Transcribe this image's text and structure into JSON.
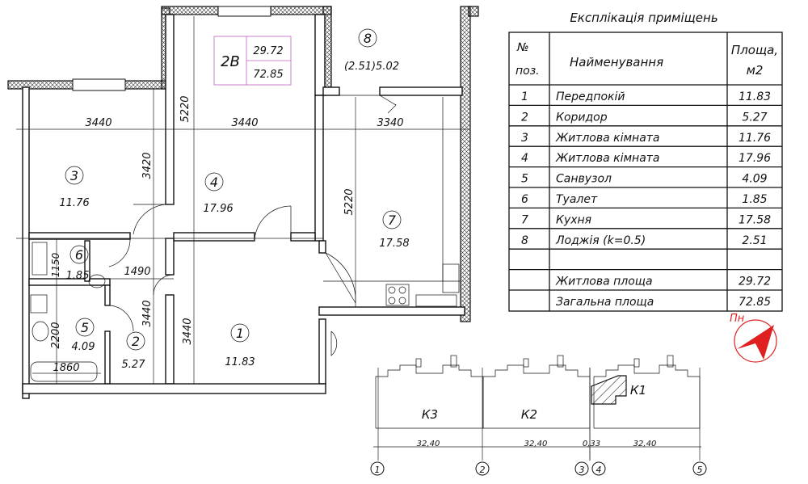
{
  "apartment": {
    "type": "2В",
    "living_area": "29.72",
    "total_area": "72.85"
  },
  "rooms": [
    {
      "num": "1",
      "area": "11.83"
    },
    {
      "num": "2",
      "area": "5.27"
    },
    {
      "num": "3",
      "area": "11.76"
    },
    {
      "num": "4",
      "area": "17.96"
    },
    {
      "num": "5",
      "area": "4.09"
    },
    {
      "num": "6",
      "area": "1.85"
    },
    {
      "num": "7",
      "area": "17.58"
    },
    {
      "num": "8",
      "area": "(2.51)5.02"
    }
  ],
  "dimensions": {
    "d3440a": "3440",
    "d3440b": "3440",
    "d3340": "3340",
    "d5220a": "5220",
    "d3420": "3420",
    "d5220b": "5220",
    "d1490": "1490",
    "d1150": "1150",
    "d3440c": "3440",
    "d3440d": "3440",
    "d2200": "2200",
    "d1860": "1860"
  },
  "table": {
    "title": "Експлікація приміщень",
    "header": {
      "num": "№",
      "num2": "поз.",
      "name": "Найменування",
      "area": "Площа,",
      "area2": "м2"
    },
    "rows": [
      {
        "num": "1",
        "name": "Передпокій",
        "area": "11.83"
      },
      {
        "num": "2",
        "name": "Коридор",
        "area": "5.27"
      },
      {
        "num": "3",
        "name": "Житлова кімната",
        "area": "11.76"
      },
      {
        "num": "4",
        "name": "Житлова кімната",
        "area": "17.96"
      },
      {
        "num": "5",
        "name": "Санвузол",
        "area": "4.09"
      },
      {
        "num": "6",
        "name": "Туалет",
        "area": "1.85"
      },
      {
        "num": "7",
        "name": "Кухня",
        "area": "17.58"
      },
      {
        "num": "8",
        "name": "Лоджія (k=0.5)",
        "area": "2.51"
      }
    ],
    "totals": [
      {
        "name": "Житлова площа",
        "area": "29.72"
      },
      {
        "name": "Загальна площа",
        "area": "72.85"
      }
    ]
  },
  "north": {
    "label": "Пн",
    "color": "#e02020"
  },
  "key_plan": {
    "sections": [
      "К3",
      "К2",
      "К1"
    ],
    "spans": [
      "32,40",
      "32,40",
      "0,33",
      "32,40"
    ],
    "axes": [
      "1",
      "2",
      "3",
      "4",
      "5"
    ]
  }
}
